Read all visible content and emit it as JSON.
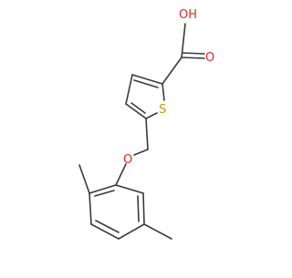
{
  "molecule": {
    "atoms": {
      "hydroxyl": "OH",
      "carbonyl_oxygen": "O",
      "sulfur": "S",
      "ether_oxygen": "O"
    }
  },
  "colors": {
    "bond": "#3a3a3a",
    "oxygen": "#e8251f",
    "sulfur": "#b8a000",
    "background": "#ffffff"
  }
}
